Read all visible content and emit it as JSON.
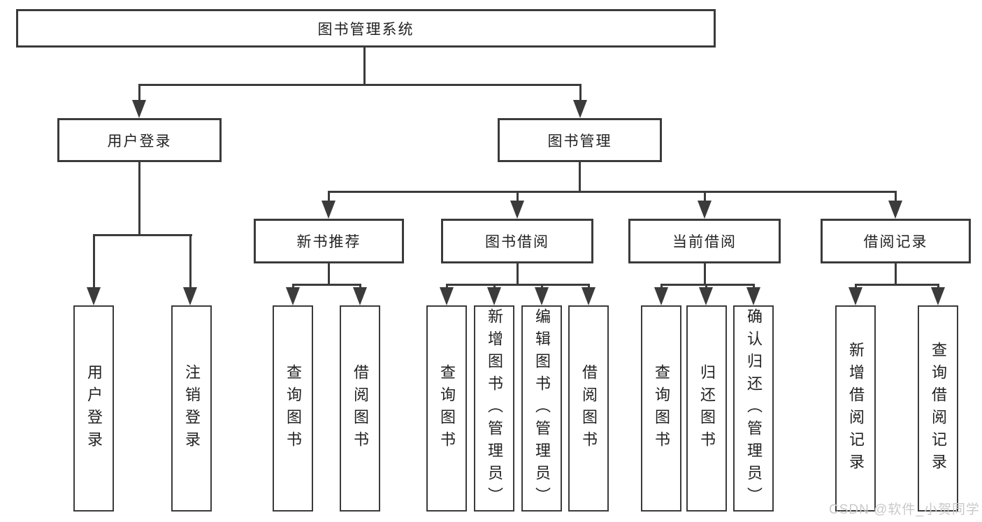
{
  "colors": {
    "line": "#3b3b3b",
    "text": "#222222",
    "watermark": "#c9c9c9",
    "background": "#ffffff"
  },
  "diagram": {
    "root": {
      "label": "图书管理系统"
    },
    "branches": [
      {
        "label": "用户登录",
        "children": [
          "用户登录",
          "注销登录"
        ]
      },
      {
        "label": "图书管理",
        "sections": [
          {
            "label": "新书推荐",
            "children": [
              "查询图书",
              "借阅图书"
            ]
          },
          {
            "label": "图书借阅",
            "children": [
              "查询图书",
              "新增图书（管理员）",
              "编辑图书（管理员）",
              "借阅图书"
            ]
          },
          {
            "label": "当前借阅",
            "children": [
              "查询图书",
              "归还图书",
              "确认归还（管理员）"
            ]
          },
          {
            "label": "借阅记录",
            "children": [
              "新增借阅记录",
              "查询借阅记录"
            ]
          }
        ]
      }
    ]
  },
  "watermark": {
    "text": "CSDN @软件_小贺同学"
  }
}
